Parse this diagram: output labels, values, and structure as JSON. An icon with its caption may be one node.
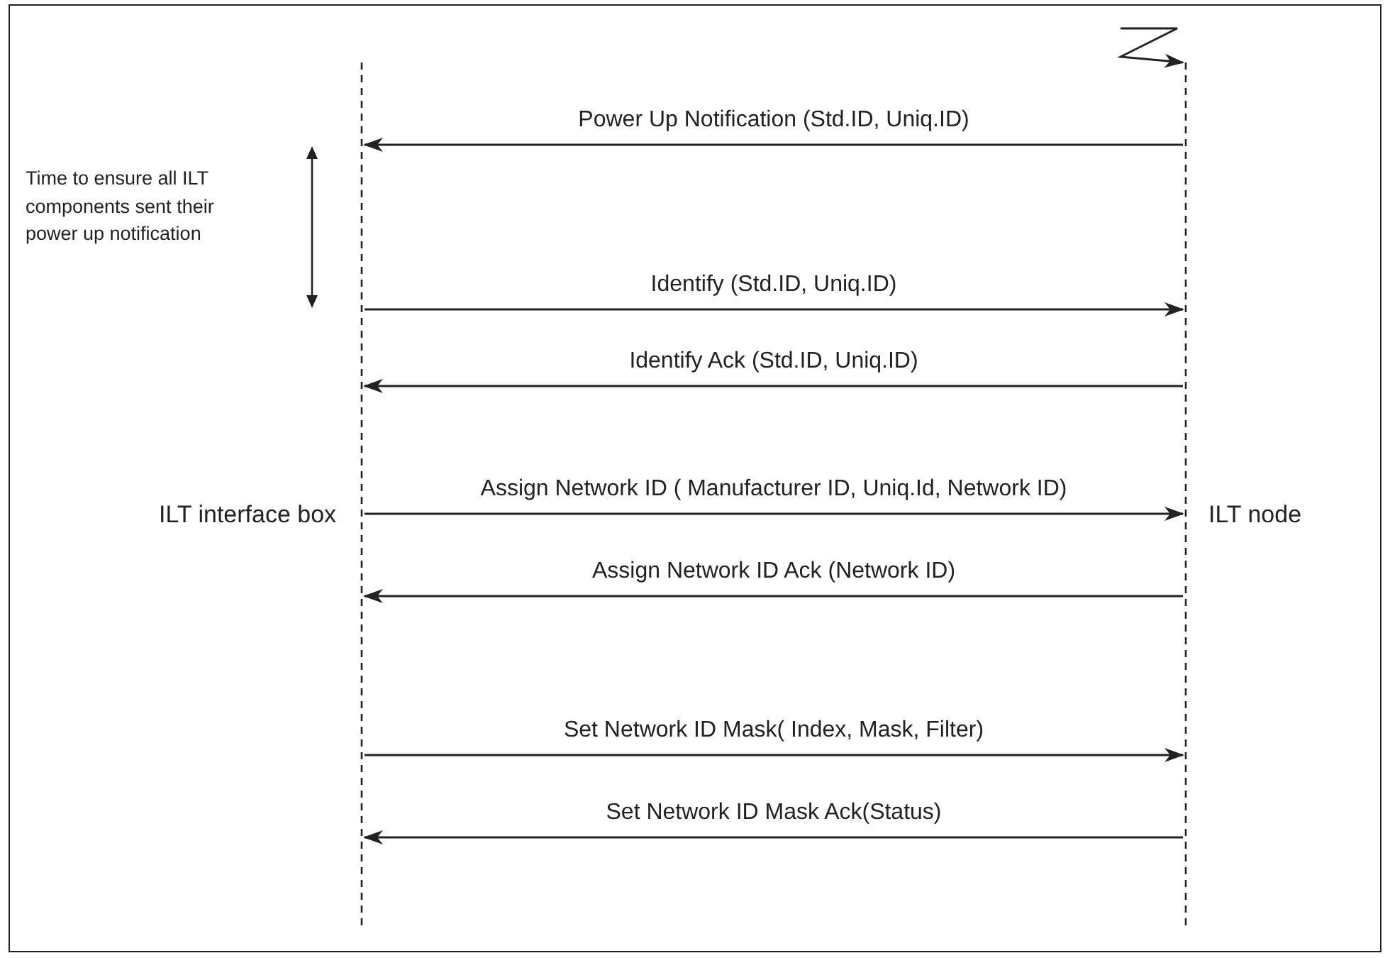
{
  "diagram": {
    "nodes": [
      {
        "text": [],
        "shape": "line",
        "beside": [
          "ILT interface box"
        ]
      },
      {
        "text": [],
        "shape": "line",
        "beside": [
          "ILT node"
        ]
      }
    ],
    "edges": [
      {
        "from": null,
        "to": 1,
        "arrow": "to"
      },
      {
        "from": 1,
        "to": 0,
        "arrow": "to",
        "label": "Power Up Notification (Std.ID, Uniq.ID)"
      },
      {
        "from": 0,
        "to": 1,
        "arrow": "to",
        "label": "Identify (Std.ID, Uniq.ID)"
      },
      {
        "from": 1,
        "to": 0,
        "arrow": "to",
        "label": "Identify Ack (Std.ID, Uniq.ID)"
      },
      {
        "from": 0,
        "to": 1,
        "arrow": "to",
        "label": "Assign Network ID ( Manufacturer ID, Uniq.Id, Network ID)"
      },
      {
        "from": 1,
        "to": 0,
        "arrow": "to",
        "label": "Assign Network ID Ack (Network ID)"
      },
      {
        "from": 0,
        "to": 1,
        "arrow": "to",
        "label": "Set Network ID Mask( Index, Mask, Filter)"
      },
      {
        "from": 1,
        "to": 0,
        "arrow": "to",
        "label": "Set Network ID Mask Ack(Status)"
      }
    ],
    "labels": [
      "Time to ensure all ILT components sent their power up notification"
    ]
  }
}
